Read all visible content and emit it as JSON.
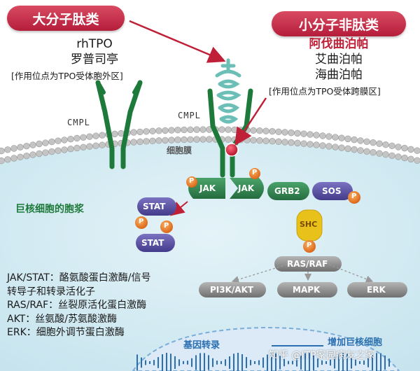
{
  "large_molecule": {
    "title": "大分子肽类",
    "drugs": [
      "rhTPO",
      "罗普司亭"
    ],
    "note": "[作用位点为TPO受体胞外区]"
  },
  "small_molecule": {
    "title": "小分子非肽类",
    "drugs": [
      "阿伐曲泊帕",
      "艾曲泊帕",
      "海曲泊帕"
    ],
    "note": "[作用位点为TPO受体跨膜区]"
  },
  "labels": {
    "cmpl_left": "CMPL",
    "cmpl_right": "CMPL",
    "membrane": "细胞膜",
    "cytoplasm": "巨核细胞的胞浆",
    "jak": "JAK",
    "stat": "STAT",
    "p": "P",
    "grb2": "GRB2",
    "sos": "SOS",
    "shc": "SHC",
    "ras_raf": "RAS/RAF",
    "pi3k_akt": "PI3K/AKT",
    "mapk": "MAPK",
    "erk": "ERK",
    "gene_transcription": "基因转录",
    "increase": "增加巨核细胞",
    "watermark": "知乎 @ITP家园病友之家"
  },
  "legend": [
    "JAK/STAT：酪氨酸蛋白激酶/信号",
    "转导子和转录活化子",
    "RAS/RAF：丝裂原活化蛋白激酶",
    "AKT：丝氨酸/苏氨酸激酶",
    "ERK：细胞外调节蛋白激酶"
  ],
  "colors": {
    "accent_red": "#c02037",
    "receptor_green": "#1e7a3a",
    "tpo_teal": "#6bbfb6",
    "membrane": "#b8b8b8",
    "stat_purple": "#5a4fa0",
    "p_orange": "#e67e22",
    "shc_yellow": "#e8c21a",
    "node_gray": "#8c8c8c",
    "nucleus_blue": "#2a6fb0"
  }
}
